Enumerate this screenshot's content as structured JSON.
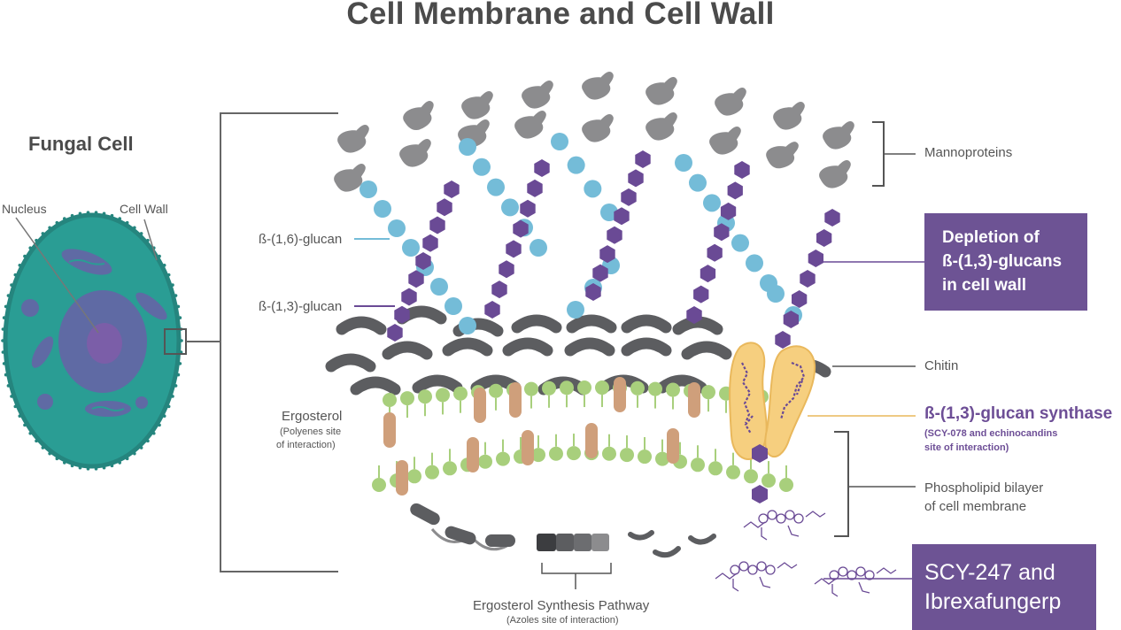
{
  "title": "Cell Membrane and Cell Wall",
  "fungal_cell": {
    "heading": "Fungal Cell",
    "nucleus_label": "Nucleus",
    "cell_wall_label": "Cell Wall"
  },
  "labels": {
    "glucan16": "ß-(1,6)-glucan",
    "glucan13": "ß-(1,3)-glucan",
    "ergosterol": "Ergosterol",
    "ergosterol_note_1": "(Polyenes site",
    "ergosterol_note_2": "of interaction)",
    "mannoproteins": "Mannoproteins",
    "chitin": "Chitin",
    "synthase": "ß-(1,3)-glucan synthase",
    "synthase_note_1": "(SCY-078 and echinocandins",
    "synthase_note_2": "site of interaction)",
    "bilayer_1": "Phospholipid bilayer",
    "bilayer_2": "of cell membrane",
    "pathway": "Ergosterol Synthesis Pathway",
    "pathway_note": "(Azoles site of interaction)"
  },
  "callouts": {
    "depletion": [
      "Depletion of",
      "ß-(1,3)-glucans",
      "in cell wall"
    ],
    "drug": [
      "SCY-247 and",
      "Ibrexafungerp"
    ]
  },
  "colors": {
    "mannoprotein": "#8c8c8e",
    "glucan16": "#74bcd8",
    "glucan13": "#6a4a95",
    "chitin": "#5c5d60",
    "lipid": "#a8cf7c",
    "ergosterol": "#cf9f7b",
    "synthase": "#f6cf7f",
    "cell_fill": "#2a9d94",
    "callout_bg": "#6d5394"
  }
}
